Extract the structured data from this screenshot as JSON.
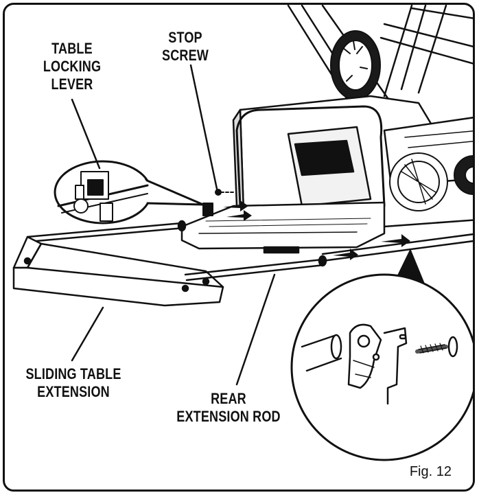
{
  "labels": {
    "table_locking_lever": [
      "TABLE",
      "LOCKING",
      "LEVER"
    ],
    "stop_screw": [
      "STOP",
      "SCREW"
    ],
    "sliding_table_extension": [
      "SLIDING TABLE",
      "EXTENSION"
    ],
    "rear_extension_rod": [
      "REAR",
      "EXTENSION ROD"
    ]
  },
  "figure_caption": "Fig. 12"
}
